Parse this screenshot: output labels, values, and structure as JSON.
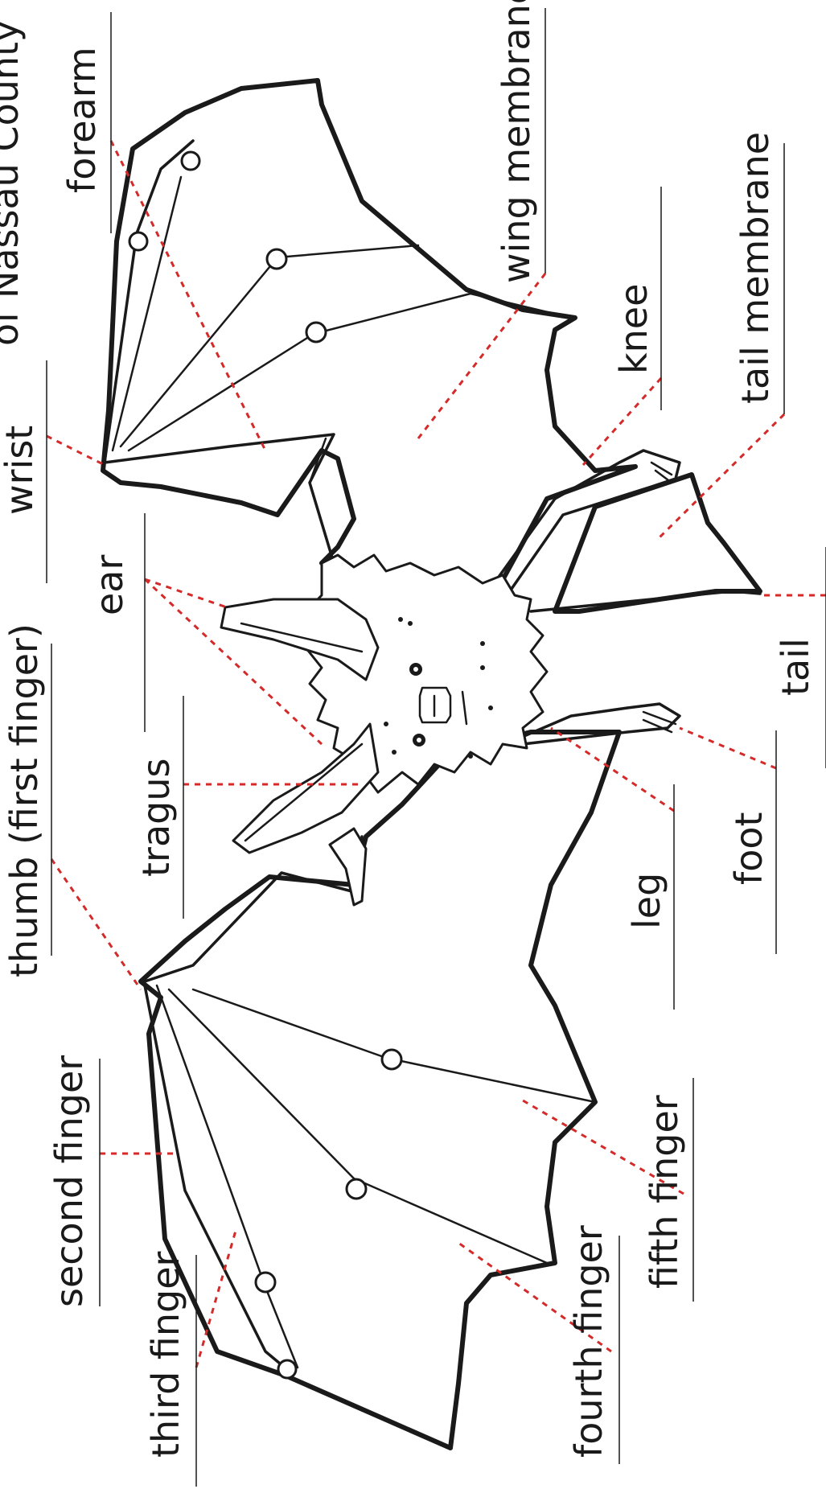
{
  "colors": {
    "leader": "#d42a2a",
    "ink": "#1a1a1a",
    "background": "#ffffff"
  },
  "header": {
    "cut_text": "of Nassau County"
  },
  "labels": {
    "forearm": "forearm",
    "wing_membrane": "wing membrane",
    "knee": "knee",
    "tail_membrane": "tail membrane",
    "wrist": "wrist",
    "ear": "ear",
    "tail": "tail",
    "thumb": "thumb (first finger)",
    "tragus": "tragus",
    "leg": "leg",
    "foot": "foot",
    "second_finger": "second finger",
    "fifth_finger": "fifth finger",
    "third_finger": "third finger",
    "fourth_finger": "fourth finger"
  }
}
